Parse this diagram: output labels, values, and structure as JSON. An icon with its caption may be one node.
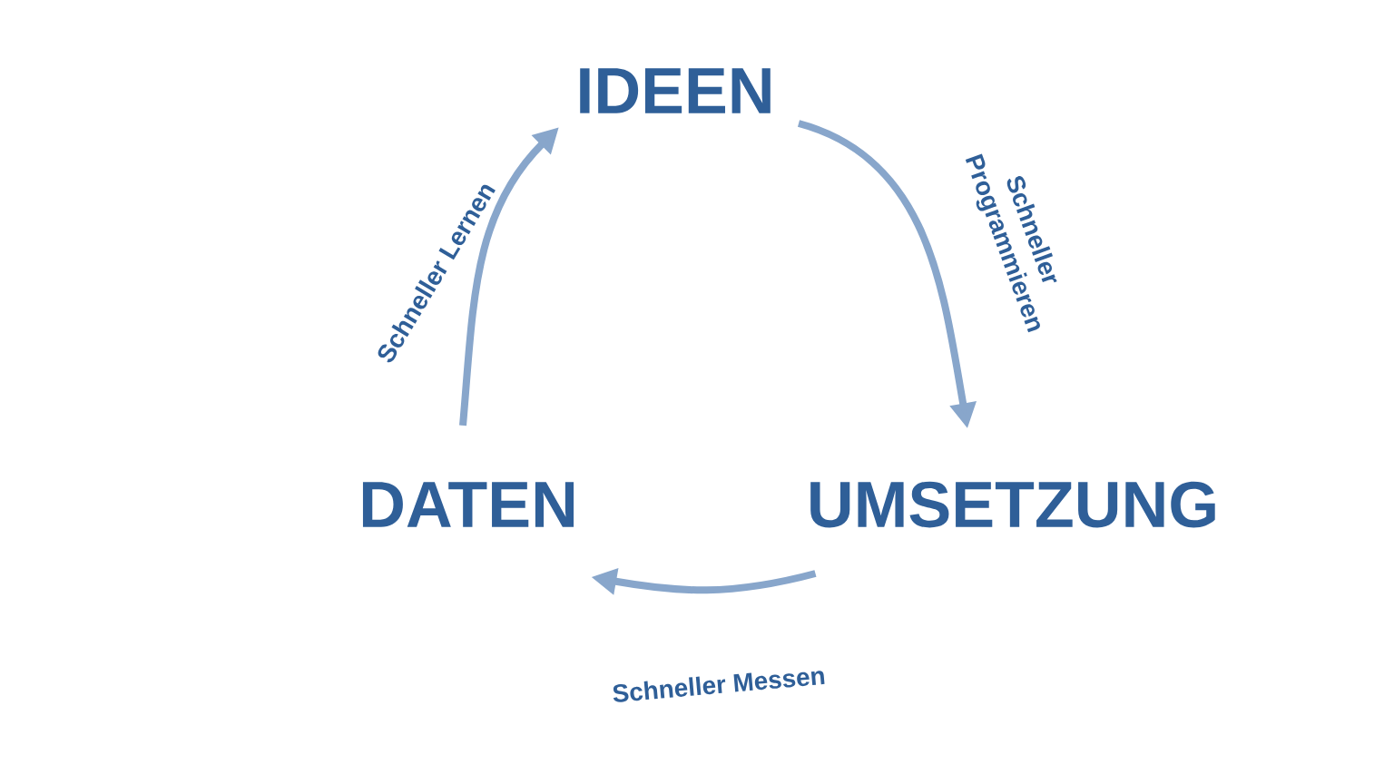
{
  "diagram": {
    "nodes": [
      {
        "text": [
          "IDEEN"
        ]
      },
      {
        "text": [
          "DATEN"
        ]
      },
      {
        "text": [
          "UMSETZUNG"
        ]
      }
    ],
    "edges": [
      {
        "from": 1,
        "to": 0,
        "arrow": "to",
        "label": "Schneller Lernen"
      },
      {
        "from": 0,
        "to": 2,
        "arrow": "to",
        "label": "Schneller Programmieren"
      },
      {
        "from": 2,
        "to": 1,
        "arrow": "to",
        "label": "Schneller Messen"
      }
    ]
  }
}
